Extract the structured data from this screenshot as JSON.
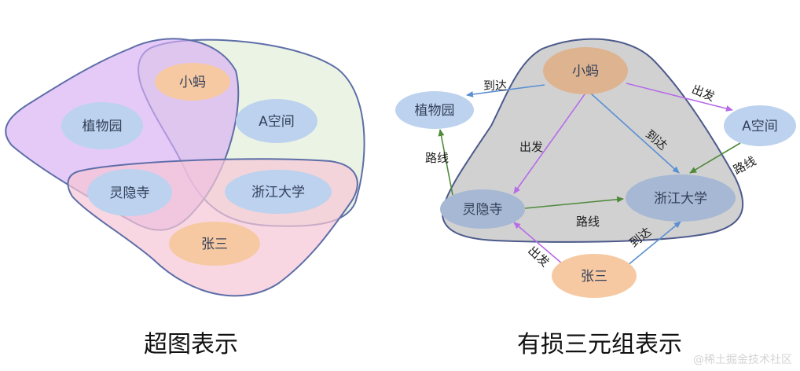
{
  "left": {
    "title": "超图表示",
    "nodes": {
      "xiaoma": "小蚂",
      "zhiwuyuan": "植物园",
      "a_kongjian": "A空间",
      "lingyinsi": "灵隐寺",
      "zhejiang_daxue": "浙江大学",
      "zhangsan": "张三"
    }
  },
  "right": {
    "title": "有损三元组表示",
    "nodes": {
      "xiaoma": "小蚂",
      "zhiwuyuan": "植物园",
      "a_kongjian": "A空间",
      "lingyinsi": "灵隐寺",
      "zhejiang_daxue": "浙江大学",
      "zhangsan": "张三"
    },
    "edges": {
      "xiaoma_zhiwuyuan": "到达",
      "xiaoma_akongjian": "出发",
      "xiaoma_lingyinsi": "出发",
      "xiaoma_zhejiang": "到达",
      "lingyinsi_zhiwuyuan": "路线",
      "akongjian_zhejiang": "路线",
      "lingyinsi_zhejiang": "路线",
      "zhangsan_lingyinsi": "出发",
      "zhangsan_zhejiang": "到达"
    }
  },
  "watermark": "@稀土掘金技术社区",
  "colors": {
    "purple_edge": "#b66ce8",
    "blue_edge": "#5b8fd2",
    "green_edge": "#4f8a3c",
    "orange_node": "#f6c9a2",
    "blue_node": "#bcd2ee"
  }
}
